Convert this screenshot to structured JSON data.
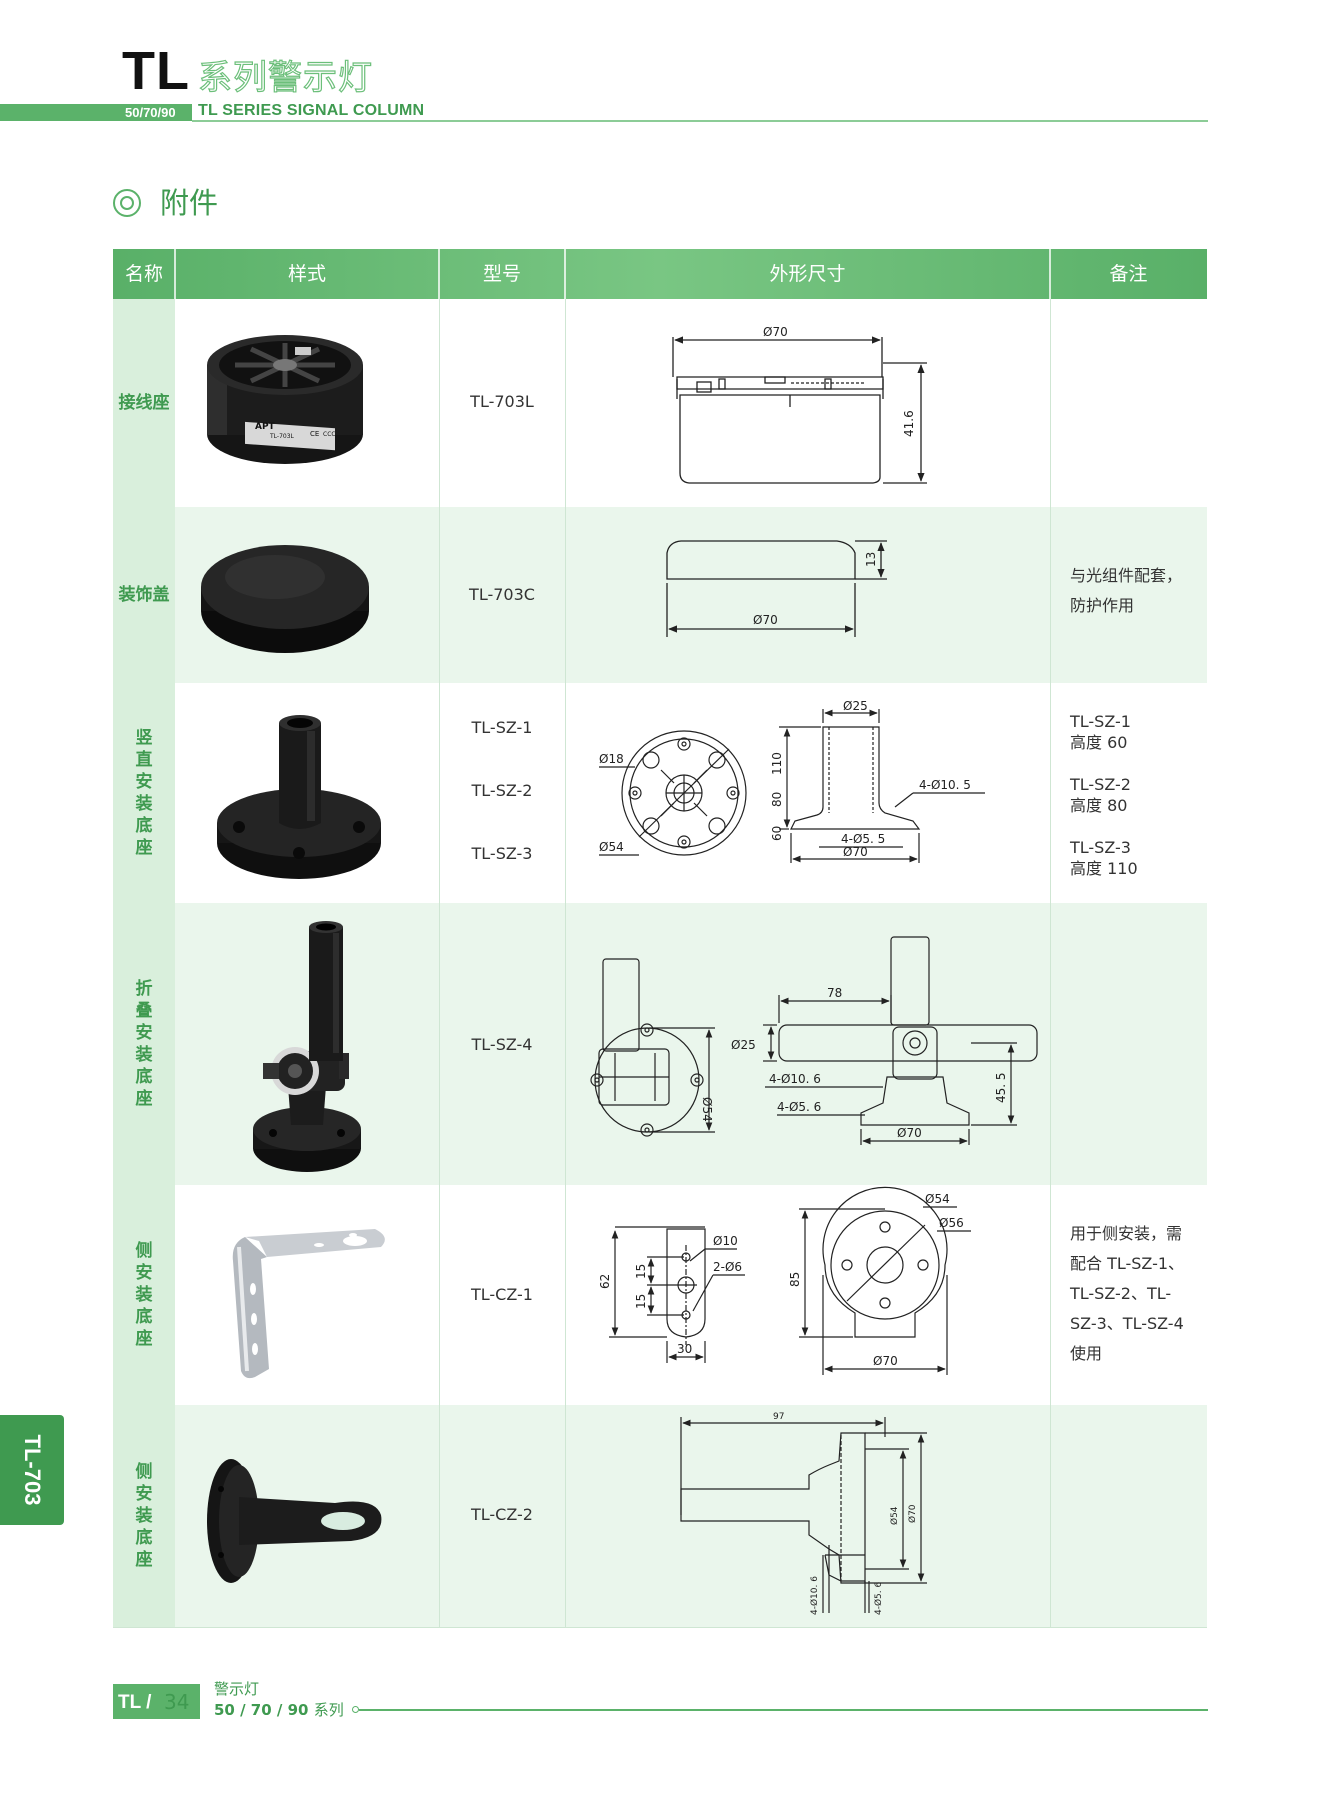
{
  "header": {
    "brand": "TL",
    "title_cn": "系列警示灯",
    "sizes": "50/70/90",
    "title_en": "TL SERIES SIGNAL COLUMN"
  },
  "section": {
    "title": "附件"
  },
  "table": {
    "headers": [
      "名称",
      "样式",
      "型号",
      "外形尺寸",
      "备注"
    ],
    "rows": [
      {
        "name": "接线座",
        "model": "TL-703L",
        "note": [],
        "photo_text": [
          "APT",
          "TL-703L",
          "CE",
          "CCC"
        ],
        "dims": [
          "Ø70",
          "41.6"
        ]
      },
      {
        "name": "装饰盖",
        "model": "TL-703C",
        "note": [
          "与光组件配套，",
          "防护作用"
        ],
        "dims": [
          "13",
          "Ø70"
        ]
      },
      {
        "name": "竖直安装底座",
        "models": [
          "TL-SZ-1",
          "TL-SZ-2",
          "TL-SZ-3"
        ],
        "note": [
          "TL-SZ-1",
          "高度 60",
          "TL-SZ-2",
          "高度 80",
          "TL-SZ-3",
          "高度 110"
        ],
        "dims": [
          "Ø18",
          "Ø54",
          "Ø25",
          "110",
          "80",
          "60",
          "4-Ø10. 5",
          "4-Ø5. 5",
          "Ø70"
        ]
      },
      {
        "name": "折叠安装底座",
        "model": "TL-SZ-4",
        "note": [],
        "dims": [
          "Ø54",
          "78",
          "Ø25",
          "4-Ø10. 6",
          "4-Ø5. 6",
          "Ø70",
          "45. 5"
        ]
      },
      {
        "name": "侧安装底座",
        "model": "TL-CZ-1",
        "note": [
          "用于侧安装，需",
          "配合 TL-SZ-1、",
          "TL-SZ-2、TL-",
          "SZ-3、TL-SZ-4",
          "使用"
        ],
        "dims": [
          "62",
          "15",
          "15",
          "Ø10",
          "2-Ø6",
          "30",
          "Ø54",
          "Ø56",
          "85",
          "Ø70"
        ]
      },
      {
        "name": "侧安装底座",
        "model": "TL-CZ-2",
        "note": [],
        "dims": [
          "97",
          "Ø54",
          "Ø70",
          "4-Ø10. 6",
          "4-Ø5. 6"
        ]
      }
    ]
  },
  "side_tab": "TL-703",
  "footer": {
    "brand": "TL /",
    "page": "34",
    "cn": "警示灯",
    "series_sizes": "50 / 70 / 90",
    "series_word": "系列"
  },
  "colors": {
    "header_green": "#5bb26a",
    "dark_green": "#3f9a50",
    "row_alt": "#eaf6ec",
    "name_cell": "#d9efdc"
  }
}
